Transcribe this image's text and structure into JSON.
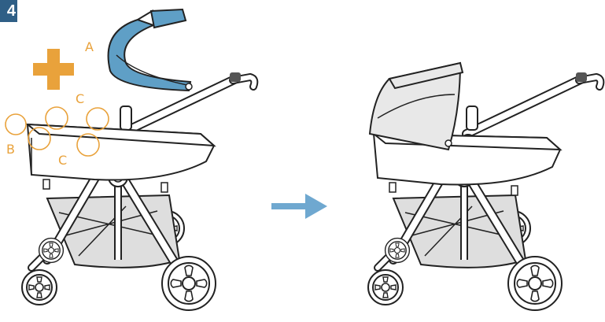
{
  "step_number": "4",
  "labels": {
    "a": "A",
    "b": "B",
    "c_top": "C",
    "c_bottom": "C"
  },
  "colors": {
    "accent": "#e9a23b",
    "canopy": "#5f9fc6",
    "arrow": "#6fa8d0",
    "badge": "#2f5f86",
    "line": "#222222",
    "basket": "#dedede"
  }
}
